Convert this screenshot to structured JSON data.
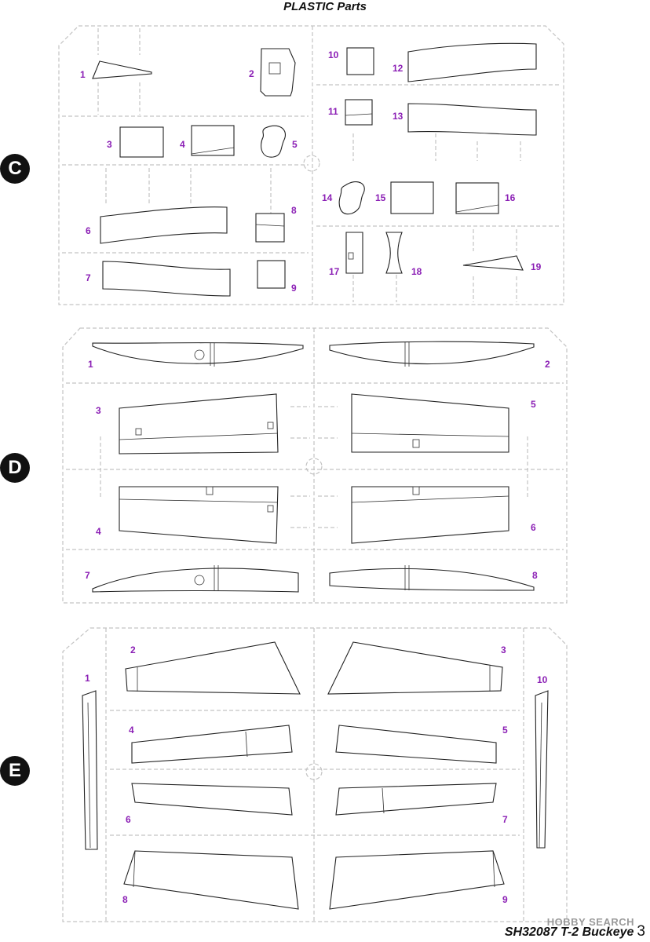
{
  "header": {
    "title": "PLASTIC Parts"
  },
  "sprues": [
    {
      "letter": "C",
      "parts": [
        "1",
        "2",
        "3",
        "4",
        "5",
        "6",
        "7",
        "8",
        "9",
        "10",
        "11",
        "12",
        "13",
        "14",
        "15",
        "16",
        "17",
        "18",
        "19"
      ]
    },
    {
      "letter": "D",
      "parts": [
        "1",
        "2",
        "3",
        "4",
        "5",
        "6",
        "7",
        "8"
      ]
    },
    {
      "letter": "E",
      "parts": [
        "1",
        "2",
        "3",
        "4",
        "5",
        "6",
        "7",
        "8",
        "9",
        "10"
      ]
    }
  ],
  "footer": {
    "code": "SH32087 T-2 Buckeye",
    "page": "3"
  },
  "watermark": "HOBBY SEARCH",
  "colors": {
    "part_number": "#8b1fb5",
    "sprue_frame": "#c3c3c3",
    "letter_badge": "#111111"
  }
}
